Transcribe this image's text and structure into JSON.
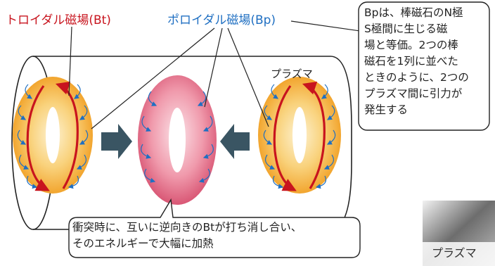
{
  "labels": {
    "toroidal": "トロイダル磁場(Bt)",
    "poloidal": "ポロイダル磁場(Bp)",
    "plasma": "プラズマ"
  },
  "note": {
    "text": "Bpは、棒磁石のN極\nS極間に生じる磁\n場と等価。2つの棒\n磁石を1列に並べた\nときのように、2つの\nプラズマ間に引力が\n発生する"
  },
  "callout": {
    "text": "衝突時に、互いに逆向きのBtが打ち消し合い、\nそのエネルギーで大幅に加熱"
  },
  "photo": {
    "caption": "プラズマ"
  },
  "colors": {
    "toroidal_red": "#c8141e",
    "poloidal_blue": "#1f6fc2",
    "torus_orange": "#f5b13a",
    "torus_pink": "#e8748a",
    "arrow_slate": "#3a5563"
  }
}
